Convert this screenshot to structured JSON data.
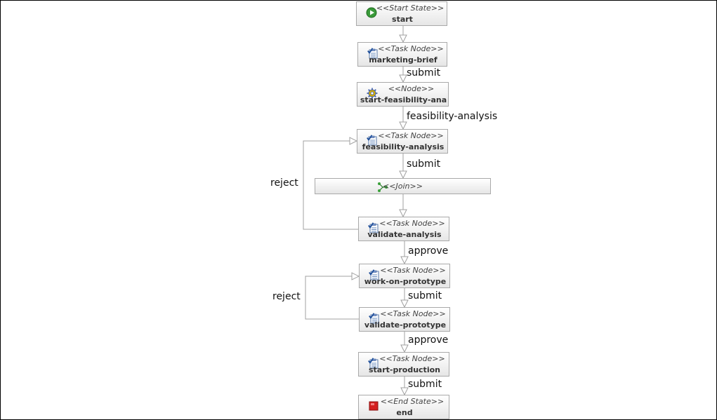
{
  "diagram": {
    "nodes": [
      {
        "id": "start",
        "stereotype": "<<Start State>>",
        "name": "start",
        "icon": "start-icon"
      },
      {
        "id": "marketing-brief",
        "stereotype": "<<Task Node>>",
        "name": "marketing-brief",
        "icon": "task-icon"
      },
      {
        "id": "start-feasibility",
        "stereotype": "<<Node>>",
        "name": "start-feasibility-ana",
        "icon": "gear-icon"
      },
      {
        "id": "feasibility-analysis",
        "stereotype": "<<Task Node>>",
        "name": "feasibility-analysis",
        "icon": "task-icon"
      },
      {
        "id": "join",
        "stereotype": "<<Join>>",
        "name": "",
        "icon": "join-icon"
      },
      {
        "id": "validate-analysis",
        "stereotype": "<<Task Node>>",
        "name": "validate-analysis",
        "icon": "task-icon"
      },
      {
        "id": "work-on-prototype",
        "stereotype": "<<Task Node>>",
        "name": "work-on-prototype",
        "icon": "task-icon"
      },
      {
        "id": "validate-prototype",
        "stereotype": "<<Task Node>>",
        "name": "validate-prototype",
        "icon": "task-icon"
      },
      {
        "id": "start-production",
        "stereotype": "<<Task Node>>",
        "name": "start-production",
        "icon": "task-icon"
      },
      {
        "id": "end",
        "stereotype": "<<End State>>",
        "name": "end",
        "icon": "end-icon"
      }
    ],
    "edges": [
      {
        "from": "start",
        "to": "marketing-brief",
        "label": ""
      },
      {
        "from": "marketing-brief",
        "to": "start-feasibility",
        "label": "submit"
      },
      {
        "from": "start-feasibility",
        "to": "feasibility-analysis",
        "label": "feasibility-analysis"
      },
      {
        "from": "feasibility-analysis",
        "to": "join",
        "label": "submit"
      },
      {
        "from": "join",
        "to": "validate-analysis",
        "label": ""
      },
      {
        "from": "validate-analysis",
        "to": "feasibility-analysis",
        "label": "reject"
      },
      {
        "from": "validate-analysis",
        "to": "work-on-prototype",
        "label": "approve"
      },
      {
        "from": "work-on-prototype",
        "to": "validate-prototype",
        "label": "submit"
      },
      {
        "from": "validate-prototype",
        "to": "work-on-prototype",
        "label": "reject"
      },
      {
        "from": "validate-prototype",
        "to": "start-production",
        "label": "approve"
      },
      {
        "from": "start-production",
        "to": "end",
        "label": "submit"
      }
    ]
  },
  "colors": {
    "node_border": "#a9a9a9",
    "edge": "#a0a0a0",
    "start_green": "#3a9a3a",
    "end_red": "#d42020",
    "task_blue": "#1f4f9a"
  }
}
